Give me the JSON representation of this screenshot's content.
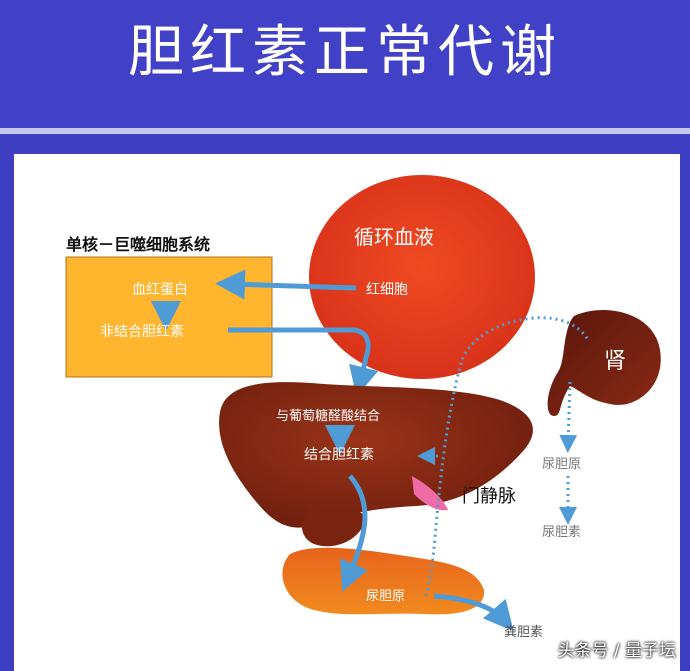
{
  "title": "胆红素正常代谢",
  "colors": {
    "header_bg": "#4141c8",
    "orange_box": "#ffb52e",
    "blood_sphere": "#e03a1c",
    "liver": "#8a2a14",
    "kidney": "#6b1e12",
    "arrow_blue": "#4f9bd6",
    "portal_vein": "#f06aa6"
  },
  "diagram": {
    "mps_label": "单核－巨噬细胞系统",
    "hemoglobin": "血红蛋白",
    "unconjugated": "非结合胆红素",
    "circulation": "循环血液",
    "rbc": "红细胞",
    "kidney": "肾",
    "glucuronidation": "与葡萄糖醛酸结合",
    "conjugated": "结合胆红素",
    "portal_vein": "门静脉",
    "urobilinogen_urine": "尿胆原",
    "urobilin": "尿胆素",
    "urobilinogen_intestine": "尿胆原",
    "stercobilin": "粪胆素"
  },
  "watermark": "头条号 / 量子坛"
}
